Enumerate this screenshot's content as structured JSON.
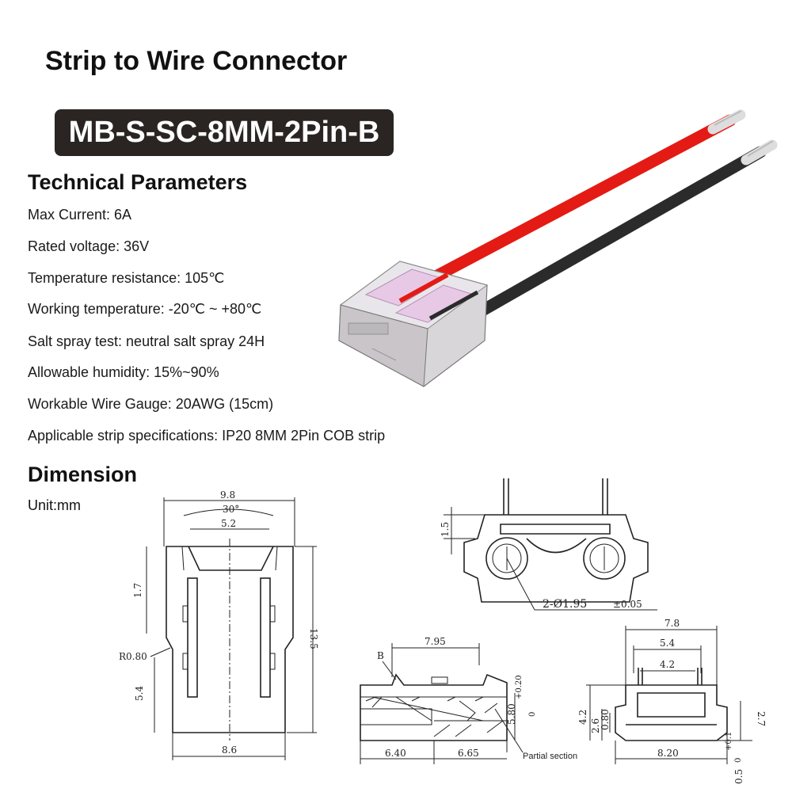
{
  "title": "Strip to Wire Connector",
  "model": "MB-S-SC-8MM-2Pin-B",
  "technical": {
    "heading": "Technical Parameters",
    "params": [
      "Max Current: 6A",
      "Rated voltage: 36V",
      "Temperature resistance: 105℃",
      "Working temperature: -20℃ ~ +80℃",
      "Salt spray test: neutral salt spray 24H",
      "Allowable humidity: 15%~90%",
      "Workable Wire Gauge:  20AWG (15cm)",
      "Applicable strip specifications: IP20 8MM 2Pin COB strip"
    ]
  },
  "dimension": {
    "heading": "Dimension",
    "unit": "Unit:mm",
    "labels": {
      "w98": "9.8",
      "a30": "30°",
      "w52": "5.2",
      "h17": "1.7",
      "h135": "13.5",
      "r08": "R0.80",
      "h54": "5.4",
      "w86": "8.6",
      "h15": "1.5",
      "holes": "2-Ø1.95",
      "tol": "±0.05",
      "b": "B",
      "w795": "7.95",
      "h580": "5.80",
      "tol2": "+0.20",
      "tol2b": "0",
      "w640": "6.40",
      "w665": "6.65",
      "partial": "Partial section",
      "w78": "7.8",
      "w54": "5.4",
      "w42": "4.2",
      "h42": "4.2",
      "h26": "2.6",
      "h080": "0.80",
      "h27": "2.7",
      "w820": "8.20",
      "tol3": "+0.1",
      "tol3b": "0",
      "h05": "0.5"
    }
  }
}
